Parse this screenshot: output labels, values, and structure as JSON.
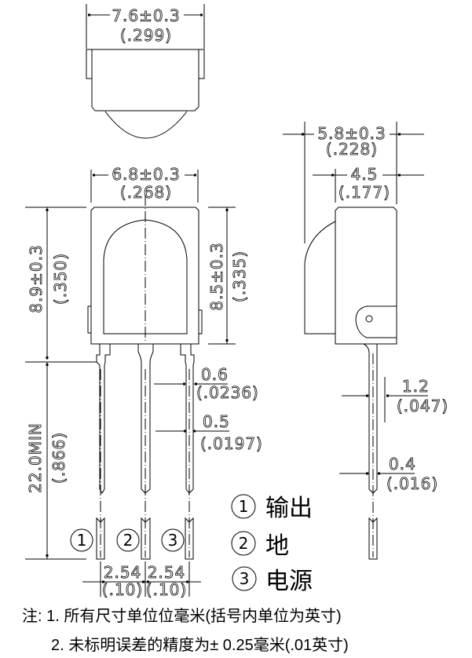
{
  "top_view": {
    "width": "7.6±0.3",
    "width_in": "(.299)"
  },
  "front_view": {
    "width": "6.8±0.3",
    "width_in": "(.268)",
    "height": "8.9±0.3",
    "height_in": "(.350)",
    "body_height": "8.5±0.3",
    "body_height_in": "(.335)",
    "lead_length": "22.0MIN",
    "lead_length_in": "(.866)",
    "lead_width_upper": "0.6",
    "lead_width_upper_in": "(.0236)",
    "lead_width_lower": "0.5",
    "lead_width_lower_in": "(.0197)",
    "pitch_1": "2.54",
    "pitch_1_in": "(.10)",
    "pitch_2": "2.54",
    "pitch_2_in": "(.10)",
    "pin_labels": [
      "1",
      "2",
      "3"
    ]
  },
  "side_view": {
    "depth": "5.8±0.3",
    "depth_in": "(.228)",
    "body_depth": "4.5",
    "body_depth_in": "(.177)",
    "lead_thickness_upper": "1.2",
    "lead_thickness_upper_in": "(.047)",
    "lead_thickness_lower": "0.4",
    "lead_thickness_lower_in": "(.016)"
  },
  "legend": [
    {
      "num": "1",
      "label": "输出"
    },
    {
      "num": "2",
      "label": "地"
    },
    {
      "num": "3",
      "label": "电源"
    }
  ],
  "notes": [
    "注: 1. 所有尺寸单位位毫米(括号内单位为英寸)",
    "2. 未标明误差的精度为± 0.25毫米(.01英寸)"
  ]
}
